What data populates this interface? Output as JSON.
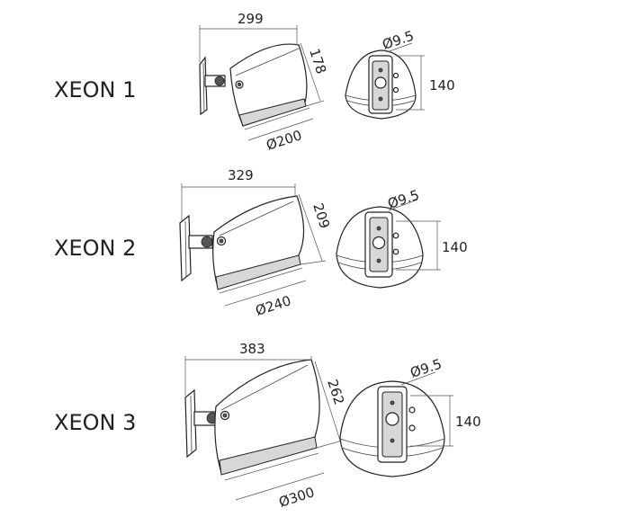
{
  "models": [
    {
      "name": "XEON 1",
      "dims": {
        "width": "299",
        "height": "178",
        "diameter": "Ø200",
        "hole": "Ø9.5",
        "bracket": "140"
      }
    },
    {
      "name": "XEON 2",
      "dims": {
        "width": "329",
        "height": "209",
        "diameter": "Ø240",
        "hole": "Ø9.5",
        "bracket": "140"
      }
    },
    {
      "name": "XEON 3",
      "dims": {
        "width": "383",
        "height": "262",
        "diameter": "Ø300",
        "hole": "Ø9.5",
        "bracket": "140"
      }
    }
  ]
}
